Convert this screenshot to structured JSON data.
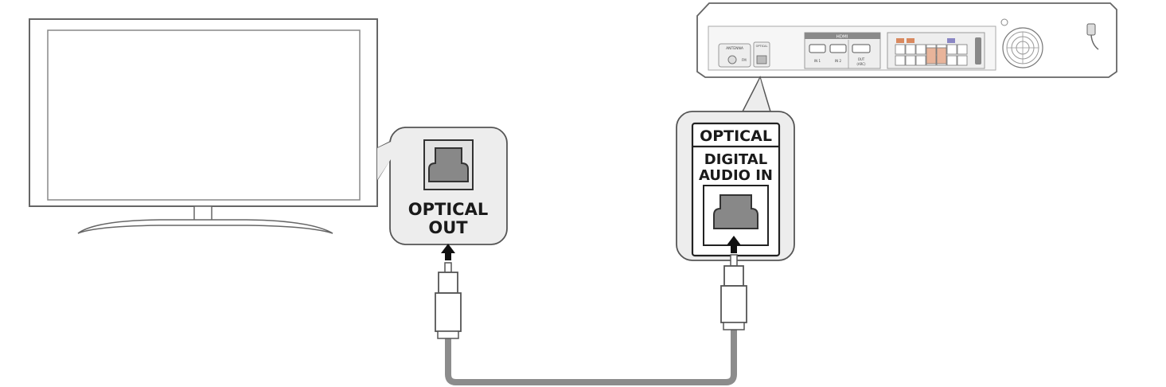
{
  "tv_callout": {
    "line1": "OPTICAL",
    "line2": "OUT"
  },
  "receiver_callout": {
    "header": "OPTICAL",
    "line1": "DIGITAL",
    "line2": "AUDIO IN"
  },
  "receiver_panel": {
    "antenna_label": "ANTENNA",
    "fm_label": "FM",
    "optical_small_label": "OPTICAL",
    "hdmi_label": "HDMI",
    "hdmi_in1_label": "IN 1",
    "hdmi_in2_label": "IN 2",
    "hdmi_out_label": "OUT",
    "arc_label": "(ARC)"
  },
  "colors": {
    "outline": "#555555",
    "callout_fill": "#ededed",
    "cable": "#8c8c8c",
    "arrow": "#111111",
    "speaker_orange": "#d9895f",
    "speaker_blue": "#8a86c4"
  }
}
